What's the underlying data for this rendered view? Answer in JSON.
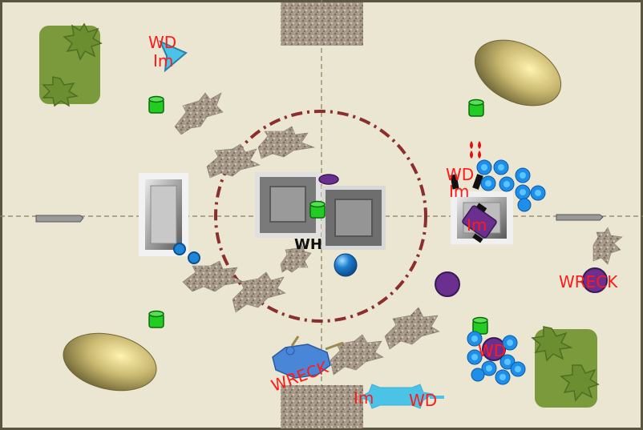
{
  "board": {
    "background": "#ebe6d2",
    "border_color": "#5a5540",
    "centerline_color": "#8a8060",
    "circle_color": "#8b2e2e"
  },
  "labels": {
    "wd_top_left": "WD",
    "im_top_left": "Im",
    "wh_center": "WH",
    "wd_right": "WD",
    "im_right": "Im",
    "im_right_vehicle": "Im",
    "wreck_right": "WRECK",
    "wreck_bottom": "WRECK",
    "wd_bottom_right": "WD",
    "im_bottom": "Im",
    "wd_bottom": "WD"
  },
  "colors": {
    "label_red": "#ff1a1a",
    "forest": "#7a9a3c",
    "hill": "#b8a868",
    "building": "#9a9a9a",
    "barrel": "#22cc22",
    "token_blue": "#2a8fe0",
    "token_purple": "#6a2f8f"
  }
}
